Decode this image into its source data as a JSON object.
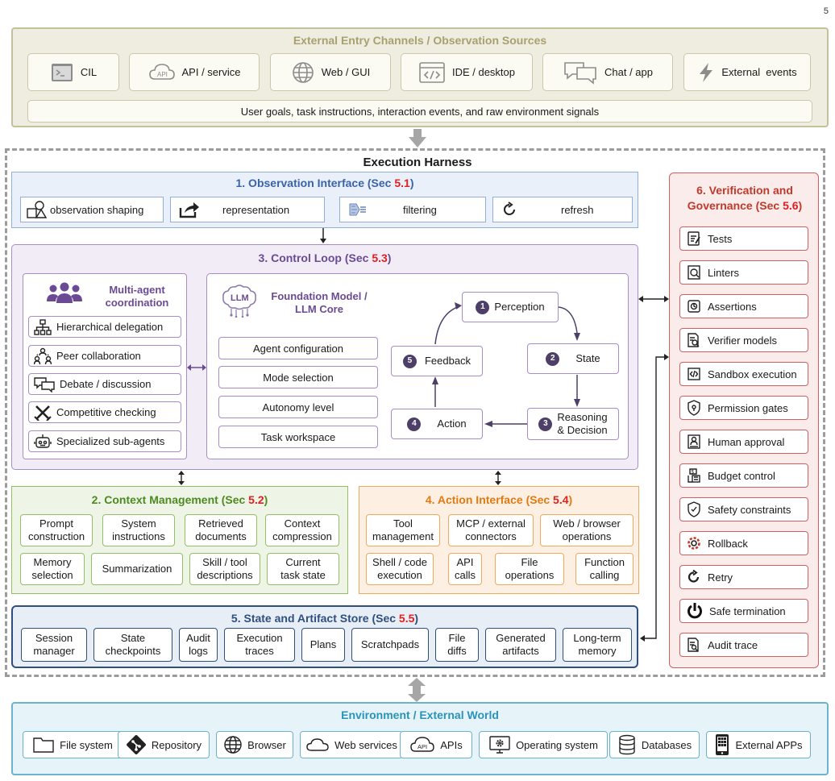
{
  "page_number": "5",
  "entry": {
    "title": "External Entry Channels / Observation Sources",
    "channels": [
      {
        "label": "CIL",
        "icon": "terminal-icon"
      },
      {
        "label": "API / service",
        "icon": "api-cloud-icon"
      },
      {
        "label": "Web / GUI",
        "icon": "globe-icon"
      },
      {
        "label": "IDE / desktop",
        "icon": "ide-code-icon"
      },
      {
        "label": "Chat / app",
        "icon": "chat-bubbles-icon"
      },
      {
        "label": "External  events",
        "icon": "lightning-icon"
      }
    ],
    "bar": "User goals, task instructions, interaction events, and raw environment signals"
  },
  "harness": {
    "title": "Execution Harness"
  },
  "observation": {
    "title": "1. Observation Interface",
    "sec_prefix": "(Sec ",
    "sec_num": "5.1",
    "sec_suffix": ")",
    "items": [
      {
        "label": "observation shaping",
        "icon": "shapes-icon"
      },
      {
        "label": "representation",
        "icon": "share-arrow-icon"
      },
      {
        "label": "filtering",
        "icon": "filter-icon"
      },
      {
        "label": "refresh",
        "icon": "refresh-icon"
      }
    ]
  },
  "control": {
    "title": "3. Control Loop",
    "sec_prefix": "(Sec ",
    "sec_num": "5.3",
    "sec_suffix": ")",
    "multi_title_1": "Multi-agent",
    "multi_title_2": "coordination",
    "multi_items": [
      {
        "label": "Hierarchical delegation",
        "icon": "hierarchy-icon"
      },
      {
        "label": "Peer collaboration",
        "icon": "peer-users-icon"
      },
      {
        "label": "Debate / discussion",
        "icon": "debate-bubbles-icon"
      },
      {
        "label": "Competitive checking",
        "icon": "crossed-swords-icon"
      },
      {
        "label": "Specialized sub-agents",
        "icon": "robot-icon"
      }
    ],
    "fm_title_1": "Foundation Model /",
    "fm_title_2": "LLM Core",
    "llm_badge": "LLM",
    "fm_items": [
      "Agent configuration",
      "Mode selection",
      "Autonomy level",
      "Task workspace"
    ],
    "loop": {
      "perception": {
        "num": "1",
        "label": "Perception"
      },
      "state": {
        "num": "2",
        "label": "State"
      },
      "reasoning": {
        "num": "3",
        "label_1": "Reasoning",
        "label_2": "& Decision"
      },
      "action": {
        "num": "4",
        "label": "Action"
      },
      "feedback": {
        "num": "5",
        "label": "Feedback"
      }
    }
  },
  "context": {
    "title": "2. Context Management",
    "sec_prefix": "(Sec ",
    "sec_num": "5.2",
    "sec_suffix": ")",
    "items": [
      [
        "Prompt",
        "construction"
      ],
      [
        "System",
        "instructions"
      ],
      [
        "Retrieved",
        "documents"
      ],
      [
        "Context",
        "compression"
      ],
      [
        "Memory",
        "selection"
      ],
      [
        "Summarization"
      ],
      [
        "Skill / tool",
        "descriptions"
      ],
      [
        "Current",
        "task state"
      ]
    ]
  },
  "action_if": {
    "title": "4. Action Interface",
    "sec_prefix": "(Sec ",
    "sec_num": "5.4",
    "sec_suffix": ")",
    "items": [
      [
        "Tool",
        "management"
      ],
      [
        "MCP / external",
        "connectors"
      ],
      [
        "Web / browser",
        "operations"
      ],
      [
        "Shell / code",
        "execution"
      ],
      [
        "API",
        "calls"
      ],
      [
        "File",
        "operations"
      ],
      [
        "Function",
        "calling"
      ]
    ]
  },
  "state_store": {
    "title": "5. State and Artifact Store",
    "sec_prefix": "(Sec ",
    "sec_num": "5.5",
    "sec_suffix": ")",
    "items": [
      [
        "Session",
        "manager"
      ],
      [
        "State",
        "checkpoints"
      ],
      [
        "Audit",
        "logs"
      ],
      [
        "Execution",
        "traces"
      ],
      [
        "Plans"
      ],
      [
        "Scratchpads"
      ],
      [
        "File",
        "diffs"
      ],
      [
        "Generated",
        "artifacts"
      ],
      [
        "Long-term",
        "memory"
      ]
    ]
  },
  "verification": {
    "title_1": "6. Verification and",
    "title_2": "Governance",
    "sec_prefix": "(Sec ",
    "sec_num": "5.6",
    "sec_suffix": ")",
    "items": [
      {
        "label": "Tests",
        "icon": "test-clipboard-icon"
      },
      {
        "label": "Linters",
        "icon": "linter-search-icon"
      },
      {
        "label": "Assertions",
        "icon": "assertion-icon"
      },
      {
        "label": "Verifier models",
        "icon": "verifier-doc-icon"
      },
      {
        "label": "Sandbox execution",
        "icon": "sandbox-code-icon"
      },
      {
        "label": "Permission gates",
        "icon": "shield-lock-icon"
      },
      {
        "label": "Human approval",
        "icon": "human-approval-icon"
      },
      {
        "label": "Budget control",
        "icon": "budget-calculator-icon"
      },
      {
        "label": "Safety constraints",
        "icon": "safety-shield-icon"
      },
      {
        "label": "Rollback",
        "icon": "rollback-gear-icon"
      },
      {
        "label": "Retry",
        "icon": "retry-icon"
      },
      {
        "label": "Safe termination",
        "icon": "power-icon"
      },
      {
        "label": "Audit trace",
        "icon": "audit-doc-icon"
      }
    ]
  },
  "environment": {
    "title": "Environment / External World",
    "items": [
      {
        "label": "File system",
        "icon": "folder-icon"
      },
      {
        "label": "Repository",
        "icon": "git-icon"
      },
      {
        "label": "Browser",
        "icon": "globe-icon"
      },
      {
        "label": "Web services",
        "icon": "cloud-icon"
      },
      {
        "label": "APIs",
        "icon": "api-cloud-icon"
      },
      {
        "label": "Operating system",
        "icon": "monitor-gear-icon"
      },
      {
        "label": "Databases",
        "icon": "database-icon"
      },
      {
        "label": "External APPs",
        "icon": "phone-apps-icon"
      }
    ]
  },
  "colors": {
    "entry_bg": "#efeddf",
    "observation": "#3b63a8",
    "control": "#6a4b93",
    "context": "#5a9a2a",
    "action": "#e07a12",
    "state": "#2f4f7f",
    "verification": "#c0392b",
    "environment": "#2a94b8",
    "sec_highlight": "#e02020"
  }
}
